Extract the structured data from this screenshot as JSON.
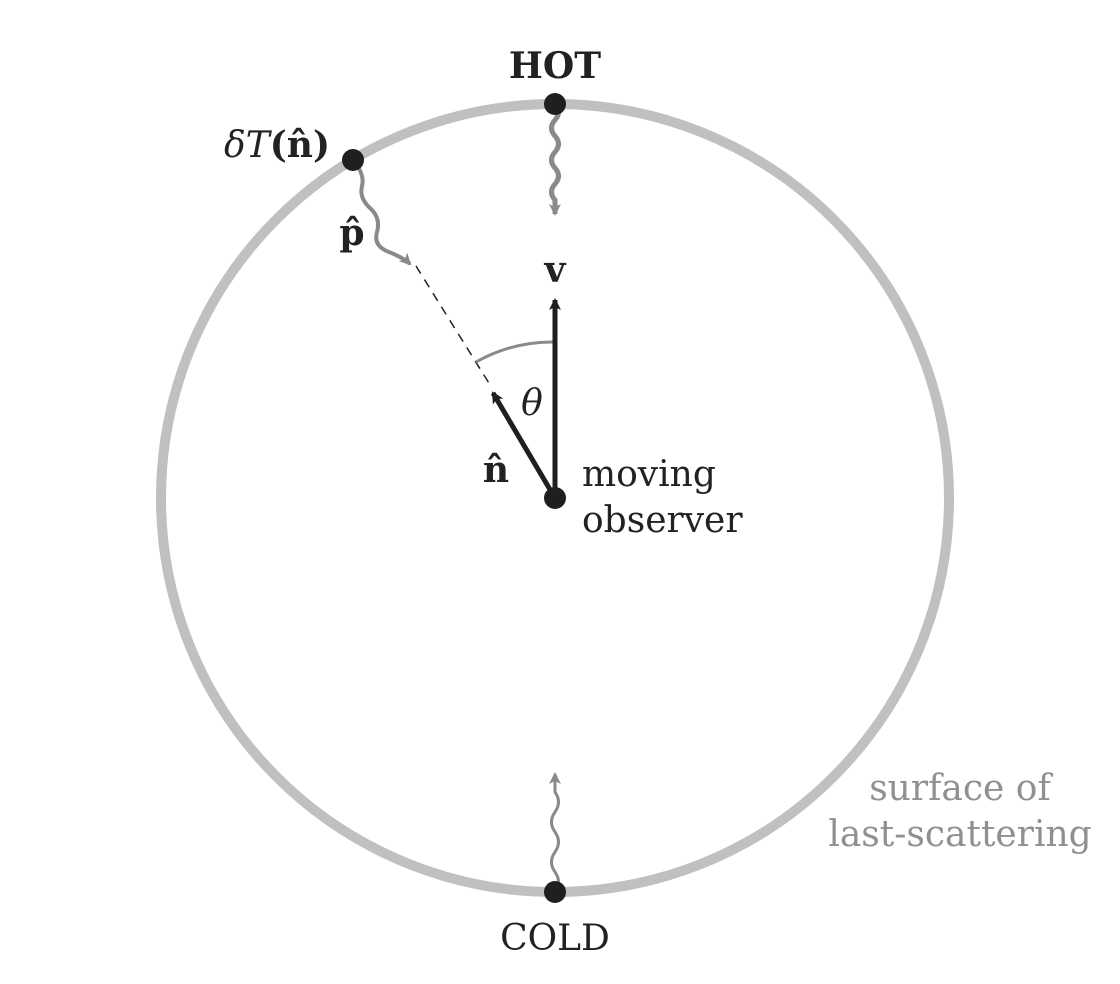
{
  "labels": {
    "hot": "HOT",
    "cold": "COLD",
    "delta_t_symbol": "δ",
    "delta_t_var": "T",
    "delta_t_args": "(n̂)",
    "p_hat": "p̂",
    "v": "v",
    "theta": "θ",
    "n_hat": "n̂",
    "observer_line1": "moving",
    "observer_line2": "observer",
    "surface_line1": "surface of",
    "surface_line2": "last-scattering"
  },
  "colors": {
    "circle": "#c0c0c0",
    "arrow_dark": "#1f1f1f",
    "photon_gray": "#8a8a8a",
    "label_dark": "#222222",
    "label_gray": "#909090"
  }
}
